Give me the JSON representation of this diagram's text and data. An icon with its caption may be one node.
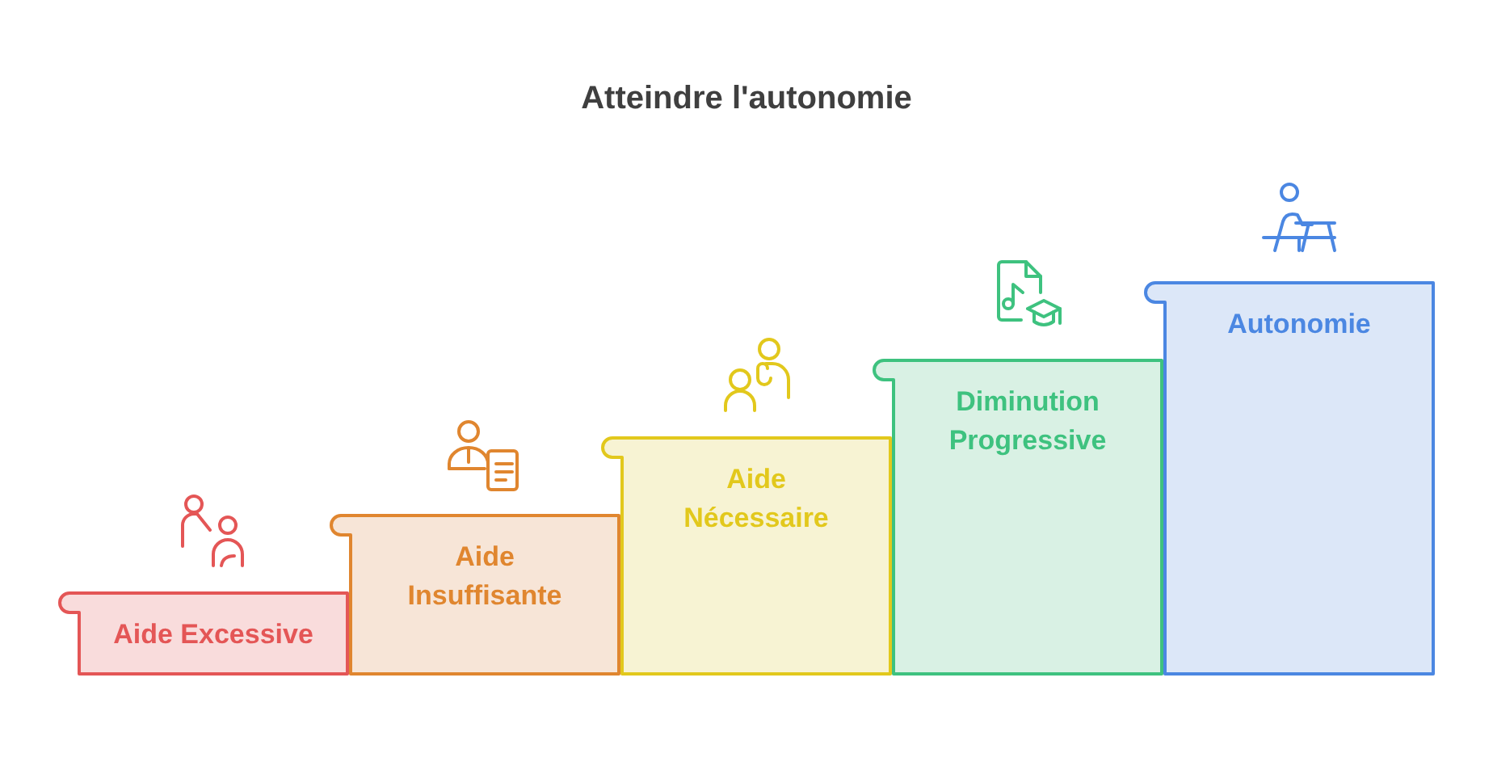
{
  "diagram": {
    "title": "Atteindre l'autonomie",
    "nodes": [
      {
        "text": [
          "Aide Excessive"
        ]
      },
      {
        "text": [
          "Aide Insuffisante"
        ]
      },
      {
        "text": [
          "Aide Nécessaire"
        ]
      },
      {
        "text": [
          "Diminution Progressive"
        ]
      },
      {
        "text": [
          "Autonomie"
        ]
      }
    ]
  }
}
